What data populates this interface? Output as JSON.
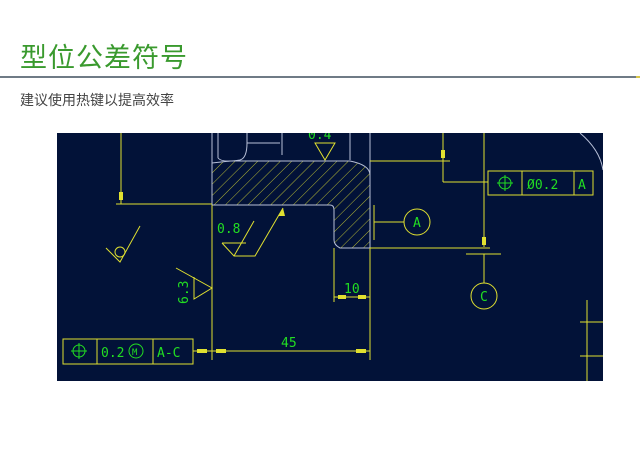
{
  "header": {
    "title": "型位公差符号",
    "subtitle": "建议使用热键以提高效率"
  },
  "drawing": {
    "background": "#021238",
    "line_color": "#e0e030",
    "text_color": "#22dd22",
    "outline_color": "#b8c0d8",
    "fcf_top": {
      "symbol": "position-icon",
      "tolerance": "Ø0.2",
      "datum": "A"
    },
    "fcf_bottom": {
      "symbol": "position-icon",
      "tolerance": "0.2",
      "modifier": "M",
      "datum": "A-C"
    },
    "datum_a": "A",
    "datum_c": "C",
    "dim_45": "45",
    "dim_10": "10",
    "roughness_08": "0.8",
    "roughness_63": "6.3",
    "roughness_top": "0.4"
  }
}
